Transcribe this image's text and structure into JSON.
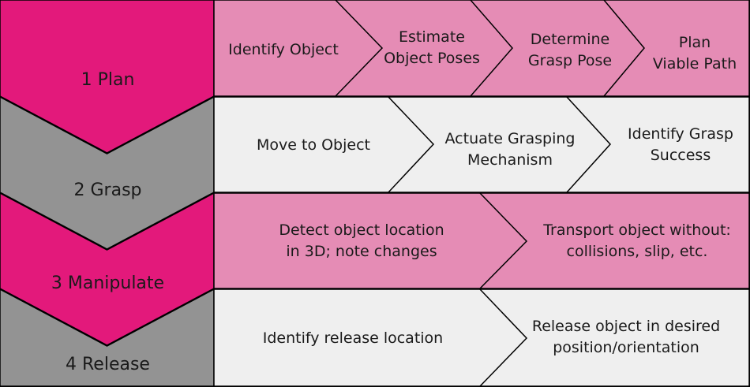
{
  "colors": {
    "phase_pink": "#e3197b",
    "phase_gray": "#939393",
    "row_pink": "#e58cb5",
    "row_light": "#efefef",
    "outline": "#000000",
    "text": "#1a1a1a"
  },
  "phases": [
    {
      "label": "1 Plan",
      "color": "phase_pink",
      "row_color": "row_pink",
      "steps": [
        {
          "lines": [
            "Identify Object"
          ]
        },
        {
          "lines": [
            "Estimate",
            "Object Poses"
          ]
        },
        {
          "lines": [
            "Determine",
            "Grasp Pose"
          ]
        },
        {
          "lines": [
            "Plan",
            "Viable Path"
          ]
        }
      ]
    },
    {
      "label": "2 Grasp",
      "color": "phase_gray",
      "row_color": "row_light",
      "steps": [
        {
          "lines": [
            "Move to Object"
          ]
        },
        {
          "lines": [
            "Actuate Grasping",
            "Mechanism"
          ]
        },
        {
          "lines": [
            "Identify Grasp",
            "Success"
          ]
        }
      ]
    },
    {
      "label": "3 Manipulate",
      "color": "phase_pink",
      "row_color": "row_pink",
      "steps": [
        {
          "lines": [
            "Detect object location",
            "in 3D; note changes"
          ]
        },
        {
          "lines": [
            "Transport object without:",
            "collisions, slip, etc."
          ]
        }
      ]
    },
    {
      "label": "4 Release",
      "color": "phase_gray",
      "row_color": "row_light",
      "steps": [
        {
          "lines": [
            "Identify release location"
          ]
        },
        {
          "lines": [
            "Release object in desired",
            "position/orientation"
          ]
        }
      ]
    }
  ]
}
